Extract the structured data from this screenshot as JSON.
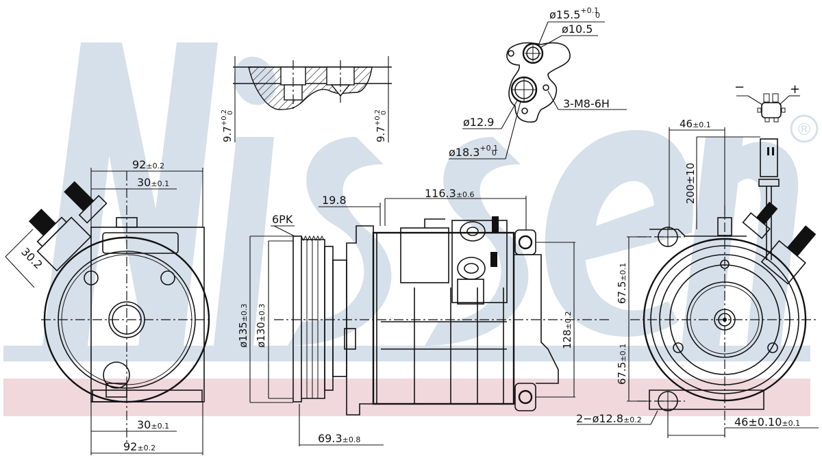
{
  "watermark": {
    "brand_text": "Nissens",
    "registered_mark": "®",
    "text_color": "#d6e0ea",
    "band_blue_color": "#d6e0ea",
    "band_pink_color": "#f0d8dc"
  },
  "views": {
    "front_left": {
      "dims": {
        "top_overall": "92",
        "top_overall_tol": "±0.2",
        "top_offset": "30",
        "top_offset_tol": "±0.1",
        "angled": "30.2",
        "bottom_offset": "30",
        "bottom_offset_tol": "±0.1",
        "bottom_overall": "92",
        "bottom_overall_tol": "±0.2"
      }
    },
    "section_detail": {
      "left_depth": "9.7",
      "left_depth_tol_upper": "+0.2",
      "left_depth_tol_lower": "0",
      "right_depth": "9.7",
      "right_depth_tol_upper": "+0.2",
      "right_depth_tol_lower": "0"
    },
    "port_flange": {
      "outer_top_diameter": "ø15.5",
      "outer_top_tol_upper": "+0.1",
      "outer_top_tol_lower": "0",
      "inner_top_diameter": "ø10.5",
      "threads": "3-M8-6H",
      "inner_bottom_diameter": "ø12.9",
      "outer_bottom_diameter": "ø18.3",
      "outer_bottom_tol_upper": "+0.1",
      "outer_bottom_tol_lower": "0"
    },
    "connector": {
      "minus": "−",
      "plus": "+"
    },
    "side_view": {
      "pulley_label": "6PK",
      "offset_clutch": "19.8",
      "body_length": "116.3",
      "body_length_tol": "±0.6",
      "pulley_outer_dia": "ø135",
      "pulley_outer_dia_tol": "±0.3",
      "pulley_inner_dia": "ø130",
      "pulley_inner_dia_tol": "±0.3",
      "mount_height": "128",
      "mount_height_tol": "±0.2",
      "pulley_to_mount": "69.3",
      "pulley_to_mount_tol": "±0.8"
    },
    "rear_right": {
      "top_offset": "46",
      "top_offset_tol": "±0.1",
      "cable_length": "200",
      "cable_length_tol": "±10",
      "upper_half": "67.5",
      "upper_half_tol": "±0.1",
      "lower_half": "67.5",
      "lower_half_tol": "±0.1",
      "mount_holes": "2−ø12.8",
      "mount_holes_tol": "±0.2",
      "bottom_offset": "46±0.10",
      "bottom_offset_tol": "±0.1"
    }
  }
}
